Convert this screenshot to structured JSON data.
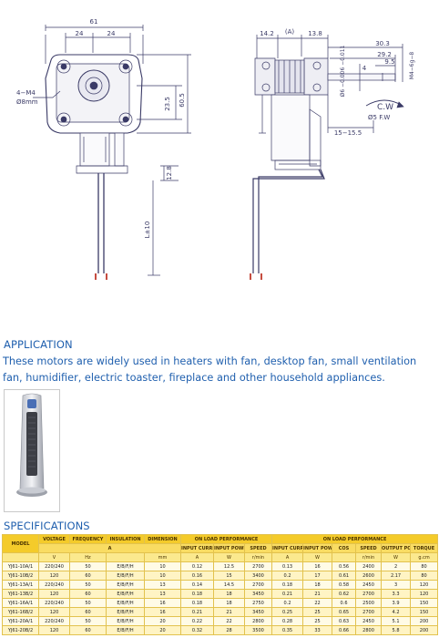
{
  "drawing": {
    "front_view": {
      "dim_width": "61",
      "dim_left_half": "24",
      "dim_right_half": "24",
      "hole_note_line1": "4−M4",
      "hole_note_line2": "Ø8mm",
      "dim_23_5": "23.5",
      "dim_60_5": "60.5",
      "dim_12_8": "12.8",
      "lead_length": "L±10"
    },
    "side_view": {
      "dim_14_2": "14.2",
      "dim_a": "(A)",
      "dim_13_8": "13.8",
      "shaft_dia": "Ø6 −0.006 −0.011",
      "dim_30_3": "30.3",
      "dim_29_2": "29.2",
      "dim_9_5": "9.5",
      "thread": "M4−6g−8",
      "dim_4": "4",
      "rotation": "C.W",
      "dim_phi5": "Ø5 F.W",
      "dim_15": "15−15.5"
    }
  },
  "application": {
    "heading": "APPLICATION",
    "text": "These motors are widely used in heaters with fan, desktop fan, small ventilation fan, humidifier, electric toaster, fireplace and other household appliances."
  },
  "specifications": {
    "heading": "SPECIFICATIONS",
    "header_top": {
      "model": "MODEL",
      "voltage": "VOLTAGE",
      "frequency": "FREQUENCY",
      "insulation": "INSULATION",
      "dimension": "DIMENSION",
      "on_load": "ON LOAD PERFORMANCE",
      "on_load2": "ON LOAD PERFORMANCE",
      "a_group": "A"
    },
    "header_sub": {
      "in_current": "INPUT CURRENT",
      "in_power": "INPUT POWER",
      "speed": "SPEED",
      "in_current2": "INPUT CURRENT",
      "in_power2": "INPUT POWER",
      "cos": "COS",
      "speed2": "SPEED",
      "out_power": "OUTPUT POWER",
      "torque": "TORQUE"
    },
    "units": [
      "V",
      "Hz",
      "",
      "mm",
      "A",
      "W",
      "r/min",
      "A",
      "W",
      "",
      "r/min",
      "W",
      "g.cm"
    ],
    "rows": [
      [
        "YJ61-10A/1",
        "220/240",
        "50",
        "E/B/F/H",
        "10",
        "0.12",
        "12.5",
        "2700",
        "0.13",
        "16",
        "0.56",
        "2400",
        "2",
        "80"
      ],
      [
        "YJ61-10B/2",
        "120",
        "60",
        "E/B/F/H",
        "10",
        "0.16",
        "15",
        "3400",
        "0.2",
        "17",
        "0.61",
        "2600",
        "2.17",
        "80"
      ],
      [
        "YJ61-13A/1",
        "220/240",
        "50",
        "E/B/F/H",
        "13",
        "0.14",
        "14.5",
        "2700",
        "0.18",
        "18",
        "0.58",
        "2450",
        "3",
        "120"
      ],
      [
        "YJ61-13B/2",
        "120",
        "60",
        "E/B/F/H",
        "13",
        "0.18",
        "18",
        "3450",
        "0.21",
        "21",
        "0.62",
        "2700",
        "3.3",
        "120"
      ],
      [
        "YJ61-16A/1",
        "220/240",
        "50",
        "E/B/F/H",
        "16",
        "0.18",
        "18",
        "2750",
        "0.2",
        "22",
        "0.6",
        "2500",
        "3.9",
        "150"
      ],
      [
        "YJ61-16B/2",
        "120",
        "60",
        "E/B/F/H",
        "16",
        "0.21",
        "21",
        "3450",
        "0.25",
        "25",
        "0.65",
        "2700",
        "4.2",
        "150"
      ],
      [
        "YJ61-20A/1",
        "220/240",
        "50",
        "E/B/F/H",
        "20",
        "0.22",
        "22",
        "2800",
        "0.28",
        "25",
        "0.63",
        "2450",
        "5.1",
        "200"
      ],
      [
        "YJ61-20B/2",
        "120",
        "60",
        "E/B/F/H",
        "20",
        "0.32",
        "28",
        "3500",
        "0.35",
        "33",
        "0.66",
        "2800",
        "5.8",
        "200"
      ]
    ]
  }
}
